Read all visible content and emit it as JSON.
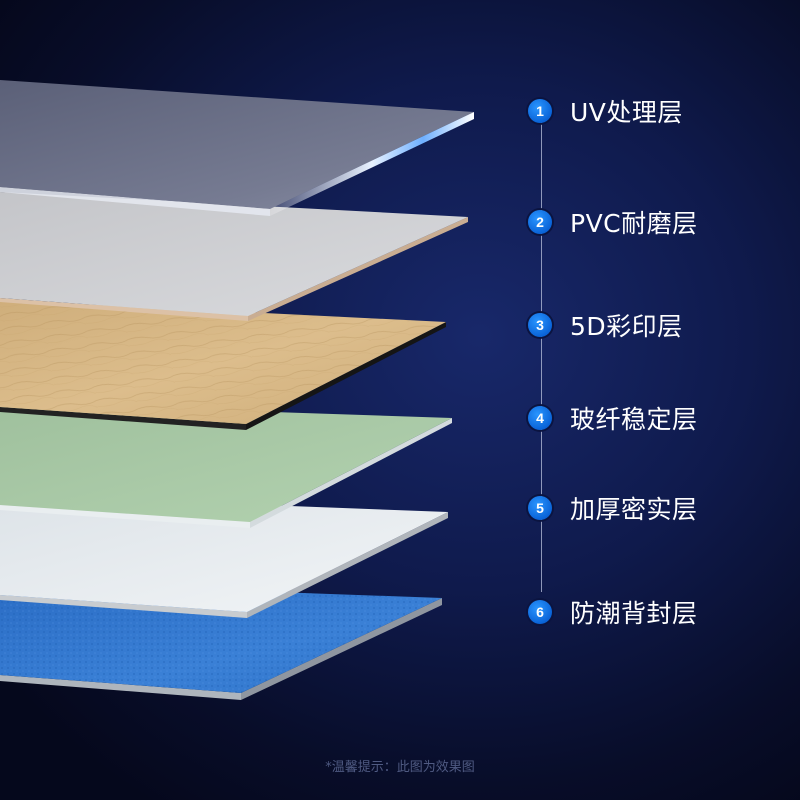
{
  "layers": [
    {
      "number": "1",
      "label": "UV处理层"
    },
    {
      "number": "2",
      "label": "PVC耐磨层"
    },
    {
      "number": "3",
      "label": "5D彩印层"
    },
    {
      "number": "4",
      "label": "玻纤稳定层"
    },
    {
      "number": "5",
      "label": "加厚密实层"
    },
    {
      "number": "6",
      "label": "防潮背封层"
    }
  ],
  "footnote": "*温馨提示：此图为效果图",
  "colors": {
    "background": "#0f1a4c",
    "badge": "#0a64d8",
    "uv_layer": "#6a6f85",
    "pvc_layer": "#cfd0d3",
    "print_layer": "#d6b684",
    "glass_layer": "#a7c7a4",
    "dense_layer": "#e7ecef",
    "back_layer": "#2f73c8"
  }
}
